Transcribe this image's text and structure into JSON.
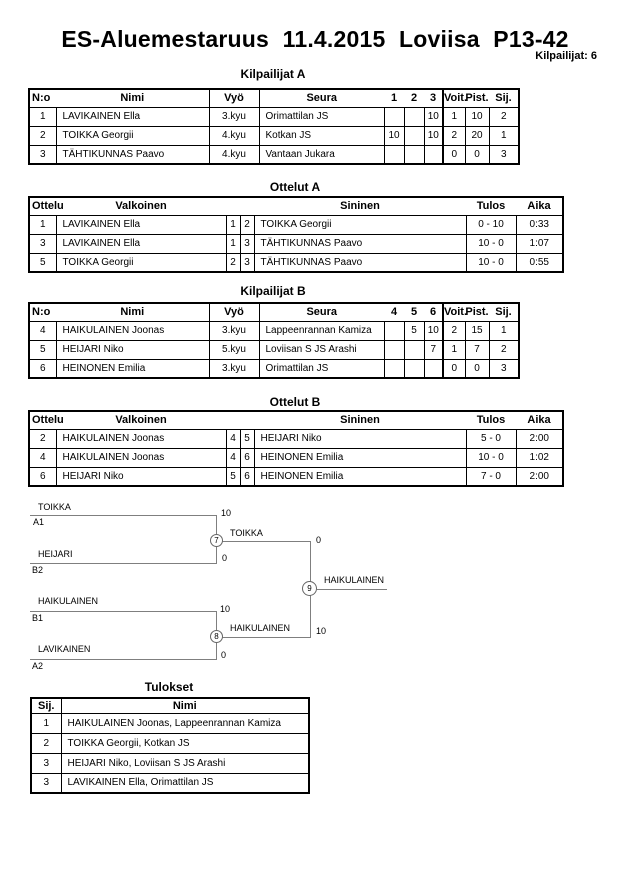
{
  "page": {
    "title": "ES-Aluemestaruus 11.4.2015 Loviisa P13-42",
    "competitors_label": "Kilpailijat: 6"
  },
  "pool_a": {
    "title": "Kilpailijat A",
    "headers": {
      "no": "N:o",
      "name": "Nimi",
      "belt": "Vyö",
      "club": "Seura",
      "m1": "1",
      "m2": "2",
      "m3": "3",
      "wins": "Voit.",
      "points": "Pist.",
      "place": "Sij."
    },
    "rows": [
      {
        "no": "1",
        "name": "LAVIKAINEN Ella",
        "belt": "3.kyu",
        "club": "Orimattilan JS",
        "c1": "",
        "c2": "",
        "c3": "10",
        "wins": "1",
        "points": "10",
        "place": "2"
      },
      {
        "no": "2",
        "name": "TOIKKA Georgii",
        "belt": "4.kyu",
        "club": "Kotkan JS",
        "c1": "10",
        "c2": "",
        "c3": "10",
        "wins": "2",
        "points": "20",
        "place": "1"
      },
      {
        "no": "3",
        "name": "TÄHTIKUNNAS Paavo",
        "belt": "4.kyu",
        "club": "Vantaan Jukara",
        "c1": "",
        "c2": "",
        "c3": "",
        "wins": "0",
        "points": "0",
        "place": "3"
      }
    ]
  },
  "matches_a": {
    "title": "Ottelut A",
    "headers": {
      "match": "Ottelu",
      "white": "Valkoinen",
      "blue": "Sininen",
      "result": "Tulos",
      "time": "Aika"
    },
    "rows": [
      {
        "no": "1",
        "white": "LAVIKAINEN Ella",
        "wn": "1",
        "bn": "2",
        "blue": "TOIKKA Georgii",
        "result": "0 - 10",
        "time": "0:33"
      },
      {
        "no": "3",
        "white": "LAVIKAINEN Ella",
        "wn": "1",
        "bn": "3",
        "blue": "TÄHTIKUNNAS Paavo",
        "result": "10 - 0",
        "time": "1:07"
      },
      {
        "no": "5",
        "white": "TOIKKA Georgii",
        "wn": "2",
        "bn": "3",
        "blue": "TÄHTIKUNNAS Paavo",
        "result": "10 - 0",
        "time": "0:55"
      }
    ]
  },
  "pool_b": {
    "title": "Kilpailijat B",
    "headers": {
      "no": "N:o",
      "name": "Nimi",
      "belt": "Vyö",
      "club": "Seura",
      "m1": "4",
      "m2": "5",
      "m3": "6",
      "wins": "Voit.",
      "points": "Pist.",
      "place": "Sij."
    },
    "rows": [
      {
        "no": "4",
        "name": "HAIKULAINEN Joonas",
        "belt": "3.kyu",
        "club": "Lappeenrannan Kamiza",
        "c1": "",
        "c2": "5",
        "c3": "10",
        "wins": "2",
        "points": "15",
        "place": "1"
      },
      {
        "no": "5",
        "name": "HEIJARI Niko",
        "belt": "5.kyu",
        "club": "Loviisan S JS Arashi",
        "c1": "",
        "c2": "",
        "c3": "7",
        "wins": "1",
        "points": "7",
        "place": "2"
      },
      {
        "no": "6",
        "name": "HEINONEN Emilia",
        "belt": "3.kyu",
        "club": "Orimattilan JS",
        "c1": "",
        "c2": "",
        "c3": "",
        "wins": "0",
        "points": "0",
        "place": "3"
      }
    ]
  },
  "matches_b": {
    "title": "Ottelut B",
    "headers": {
      "match": "Ottelu",
      "white": "Valkoinen",
      "blue": "Sininen",
      "result": "Tulos",
      "time": "Aika"
    },
    "rows": [
      {
        "no": "2",
        "white": "HAIKULAINEN Joonas",
        "wn": "4",
        "bn": "5",
        "blue": "HEIJARI Niko",
        "result": "5 - 0",
        "time": "2:00"
      },
      {
        "no": "4",
        "white": "HAIKULAINEN Joonas",
        "wn": "4",
        "bn": "6",
        "blue": "HEINONEN Emilia",
        "result": "10 - 0",
        "time": "1:02"
      },
      {
        "no": "6",
        "white": "HEIJARI Niko",
        "wn": "5",
        "bn": "6",
        "blue": "HEINONEN Emilia",
        "result": "7 - 0",
        "time": "2:00"
      }
    ]
  },
  "bracket": {
    "m7": {
      "match_no": "7",
      "slot1": {
        "name": "TOIKKA",
        "seed": "A1",
        "score": "10"
      },
      "slot2": {
        "name": "HEIJARI",
        "seed": "B2",
        "score": "0"
      },
      "winner": {
        "name": "TOIKKA",
        "score": "0"
      }
    },
    "m8": {
      "match_no": "8",
      "slot1": {
        "name": "HAIKULAINEN",
        "seed": "B1",
        "score": "10"
      },
      "slot2": {
        "name": "LAVIKAINEN",
        "seed": "A2",
        "score": "0"
      },
      "winner": {
        "name": "HAIKULAINEN",
        "score": "10"
      }
    },
    "m9": {
      "match_no": "9",
      "winner": "HAIKULAINEN"
    }
  },
  "results": {
    "title": "Tulokset",
    "headers": {
      "place": "Sij.",
      "name": "Nimi"
    },
    "rows": [
      {
        "place": "1",
        "name": "HAIKULAINEN Joonas, Lappeenrannan Kamiza"
      },
      {
        "place": "2",
        "name": "TOIKKA Georgii, Kotkan JS"
      },
      {
        "place": "3",
        "name": "HEIJARI Niko, Loviisan S JS Arashi"
      },
      {
        "place": "3",
        "name": "LAVIKAINEN Ella, Orimattilan JS"
      }
    ]
  }
}
